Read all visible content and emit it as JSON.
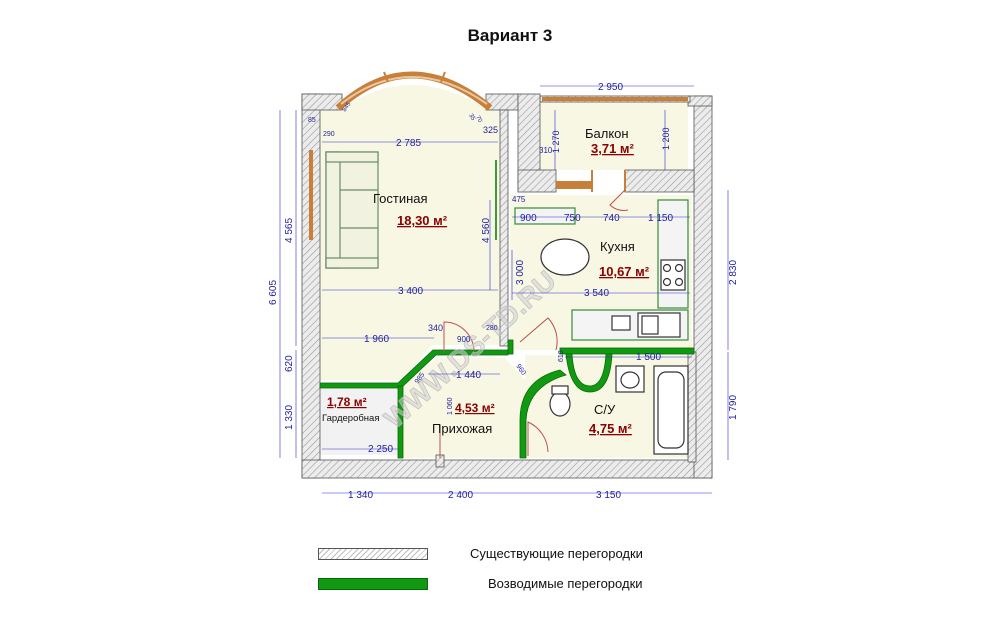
{
  "title": "Вариант 3",
  "watermark": "WWW.DS-TD.RU",
  "rooms": {
    "living": {
      "name": "Гостиная",
      "area": "18,30 м²"
    },
    "balcony": {
      "name": "Балкон",
      "area": "3,71 м²"
    },
    "kitchen": {
      "name": "Кухня",
      "area": "10,67 м²"
    },
    "wardrobe": {
      "name": "Гардеробная",
      "area": "1,78 м²"
    },
    "hall": {
      "name": "Прихожая",
      "area": "4,53 м²"
    },
    "bath": {
      "name": "С/У",
      "area": "4,75 м²"
    }
  },
  "dims": {
    "d2950": "2 950",
    "d2785": "2 785",
    "d3400": "3 400",
    "d1960": "1 960",
    "d340": "340",
    "d900a": "900",
    "d900b": "900",
    "d750": "750",
    "d740": "740",
    "d1150": "1 150",
    "d3540": "3 540",
    "d1500": "1 500",
    "d1440": "1 440",
    "d2250": "2 250",
    "d1340": "1 340",
    "d2400": "2 400",
    "d3150": "3 150",
    "d4565": "4 565",
    "d6605": "6 605",
    "d620": "620",
    "d1330": "1 330",
    "d2830": "2 830",
    "d1790": "1 790",
    "d4560": "4 560",
    "d3000": "3 000",
    "d1270": "1 270",
    "d1200": "1 200",
    "d310": "310",
    "d475": "475",
    "d325": "325",
    "d290": "290",
    "d85": "85",
    "d280": "280",
    "d1060": "1 060",
    "d985": "985",
    "d960": "960",
    "d610": "610",
    "d845": "845",
    "d35": "35",
    "d70": "70"
  },
  "legend": {
    "existing": "Существующие перегородки",
    "new": "Возводимые перегородки"
  },
  "colors": {
    "wall_existing": "#c9c9c9",
    "wall_new": "#119a11",
    "dimension": "#2b2bd6",
    "area_text": "#8b0000",
    "floor": "#f7f7e4"
  }
}
